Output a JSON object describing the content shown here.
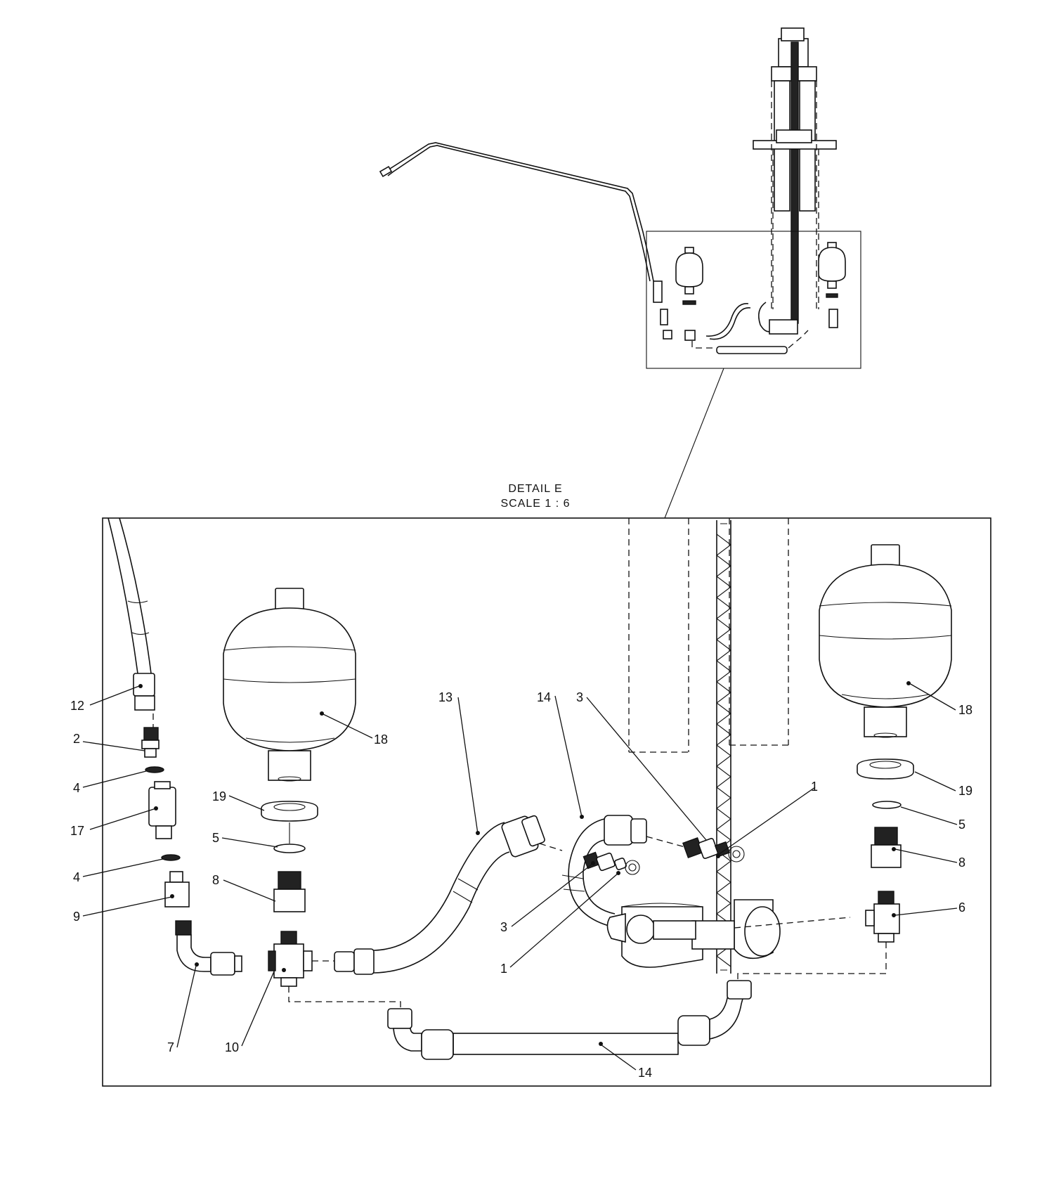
{
  "detail": {
    "title": "DETAIL E",
    "scale": "SCALE 1 : 6"
  },
  "callouts": [
    {
      "id": "c12",
      "label": "12"
    },
    {
      "id": "c2",
      "label": "2"
    },
    {
      "id": "c4a",
      "label": "4"
    },
    {
      "id": "c17",
      "label": "17"
    },
    {
      "id": "c4b",
      "label": "4"
    },
    {
      "id": "c9",
      "label": "9"
    },
    {
      "id": "c7",
      "label": "7"
    },
    {
      "id": "c10",
      "label": "10"
    },
    {
      "id": "c19a",
      "label": "19"
    },
    {
      "id": "c5a",
      "label": "5"
    },
    {
      "id": "c8a",
      "label": "8"
    },
    {
      "id": "c18a",
      "label": "18"
    },
    {
      "id": "c13",
      "label": "13"
    },
    {
      "id": "c14a",
      "label": "14"
    },
    {
      "id": "c3a",
      "label": "3"
    },
    {
      "id": "c3b",
      "label": "3"
    },
    {
      "id": "c1a",
      "label": "1"
    },
    {
      "id": "c1b",
      "label": "1"
    },
    {
      "id": "c14b",
      "label": "14"
    },
    {
      "id": "c18b",
      "label": "18"
    },
    {
      "id": "c19b",
      "label": "19"
    },
    {
      "id": "c5b",
      "label": "5"
    },
    {
      "id": "c8b",
      "label": "8"
    },
    {
      "id": "c6",
      "label": "6"
    }
  ]
}
